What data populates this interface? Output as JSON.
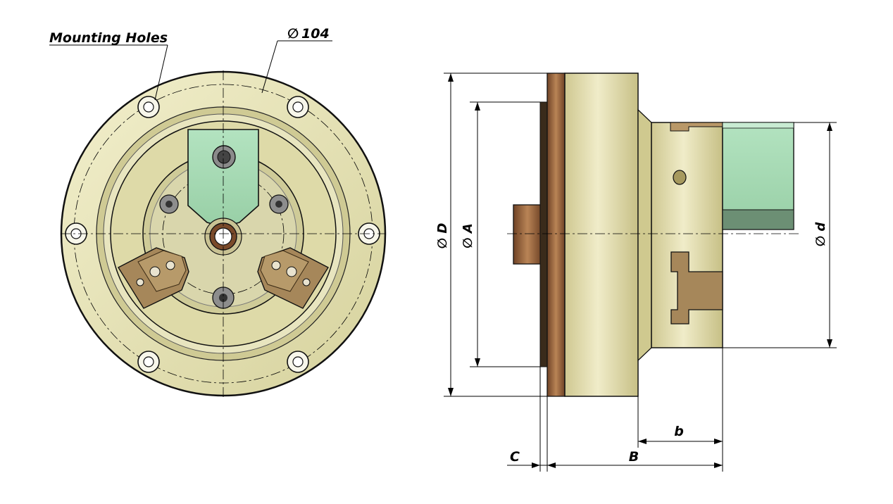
{
  "labels": {
    "mounting_holes": "Mounting Holes",
    "dia_104": "104",
    "dia_D": "D",
    "dia_A": "A",
    "dia_d": "d",
    "dim_b": "b",
    "dim_B": "B",
    "dim_C": "C"
  },
  "symbols": {
    "diameter": "∅"
  },
  "colors": {
    "flange": "#e3e0b4",
    "body": "#d2cd98",
    "body_dark": "#b3ad72",
    "bronze": "#a9744a",
    "bronze_dark": "#6f4326",
    "jaw_green": "#a9dcb6",
    "jaw_green_dark": "#6c8f74",
    "jaw_brown": "#a8885a",
    "screw_grey": "#8c8c8c"
  }
}
